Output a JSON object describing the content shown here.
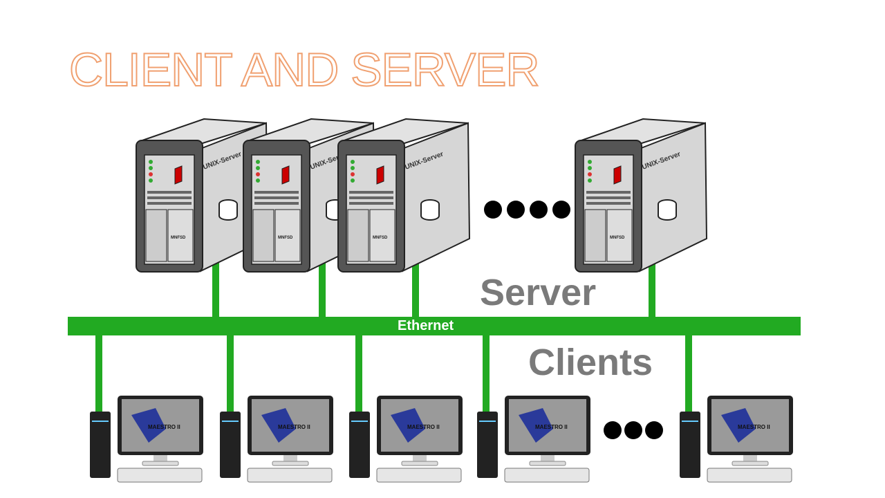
{
  "title": "CLIENT AND SERVER",
  "labels": {
    "server": "Server",
    "clients": "Clients",
    "network": "Ethernet"
  },
  "servers": [
    {
      "name": "UNIX-Server",
      "drive": "MNFSD"
    },
    {
      "name": "UNIX-Server",
      "drive": "MNFSD"
    },
    {
      "name": "UNIX-Server",
      "drive": "MNFSD"
    },
    {
      "name": "UNIX-Server",
      "drive": "MNFSD"
    }
  ],
  "clients": [
    {
      "screen": "MAESTRO II"
    },
    {
      "screen": "MAESTRO II"
    },
    {
      "screen": "MAESTRO II"
    },
    {
      "screen": "MAESTRO II"
    },
    {
      "screen": "MAESTRO II"
    }
  ],
  "colors": {
    "network": "#22aa22",
    "title": "#f0a070",
    "label": "#7a7a7a"
  },
  "ellipsis": {
    "servers": 4,
    "clients": 3
  }
}
